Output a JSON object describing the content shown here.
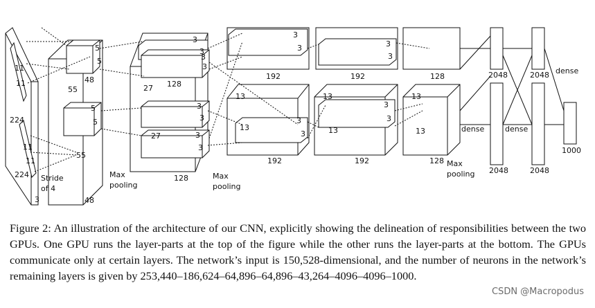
{
  "figure": {
    "labels": {
      "input_k_top": "11",
      "input_k_top2": "11",
      "input_k_bot": "11",
      "input_k_bot2": "11",
      "input_h": "224",
      "input_w": "224",
      "stride": "Stride",
      "stride2": "of 4",
      "input_depth": "3",
      "c1_spatial": "55",
      "c1_top_depth": "48",
      "c1_bot_depth": "48",
      "c1_spatial2": "55",
      "k5a": "5",
      "k5b": "5",
      "k5c": "5",
      "k5d": "5",
      "maxpool1": "Max",
      "maxpool1b": "pooling",
      "c2_k3a": "3",
      "c2_k3b": "3",
      "c2_k3c": "3",
      "c2_k3d": "3",
      "c2_k3e": "3",
      "c2_k3f": "3",
      "c2_k3g": "3",
      "c2_k3h": "3",
      "c2_27a": "27",
      "c2_27b": "27",
      "c2_128a": "128",
      "c2_128b": "128",
      "maxpool2": "Max",
      "maxpool2b": "pooling",
      "c3_192a": "192",
      "c3_192b": "192",
      "c3_13a": "13",
      "c3_13b": "13",
      "c3_k3a": "3",
      "c3_k3b": "3",
      "c3_k3c": "3",
      "c3_k3d": "3",
      "c4_192a": "192",
      "c4_192b": "192",
      "c4_13a": "13",
      "c4_13b": "13",
      "c4_k3a": "3",
      "c4_k3b": "3",
      "c4_k3c": "3",
      "c4_k3d": "3",
      "c5_128a": "128",
      "c5_128b": "128",
      "c5_13a": "13",
      "c5_13b": "13",
      "maxpool3": "Max",
      "maxpool3b": "pooling",
      "fc_2048a": "2048",
      "fc_2048b": "2048",
      "fc_2048c": "2048",
      "fc_2048d": "2048",
      "dense1": "dense",
      "dense2": "dense",
      "dense3": "dense",
      "out_1000": "1000"
    }
  },
  "caption": {
    "text": "Figure 2: An illustration of the architecture of our CNN, explicitly showing the delineation of responsibilities between the two GPUs. One GPU runs the layer-parts at the top of the figure while the other runs the layer-parts at the bottom. The GPUs communicate only at certain layers. The network’s input is 150,528-dimensional, and the number of neurons in the network’s remaining layers is given by 253,440–186,624–64,896–64,896–43,264–4096–4096–1000."
  },
  "watermark": "CSDN @Macropodus"
}
